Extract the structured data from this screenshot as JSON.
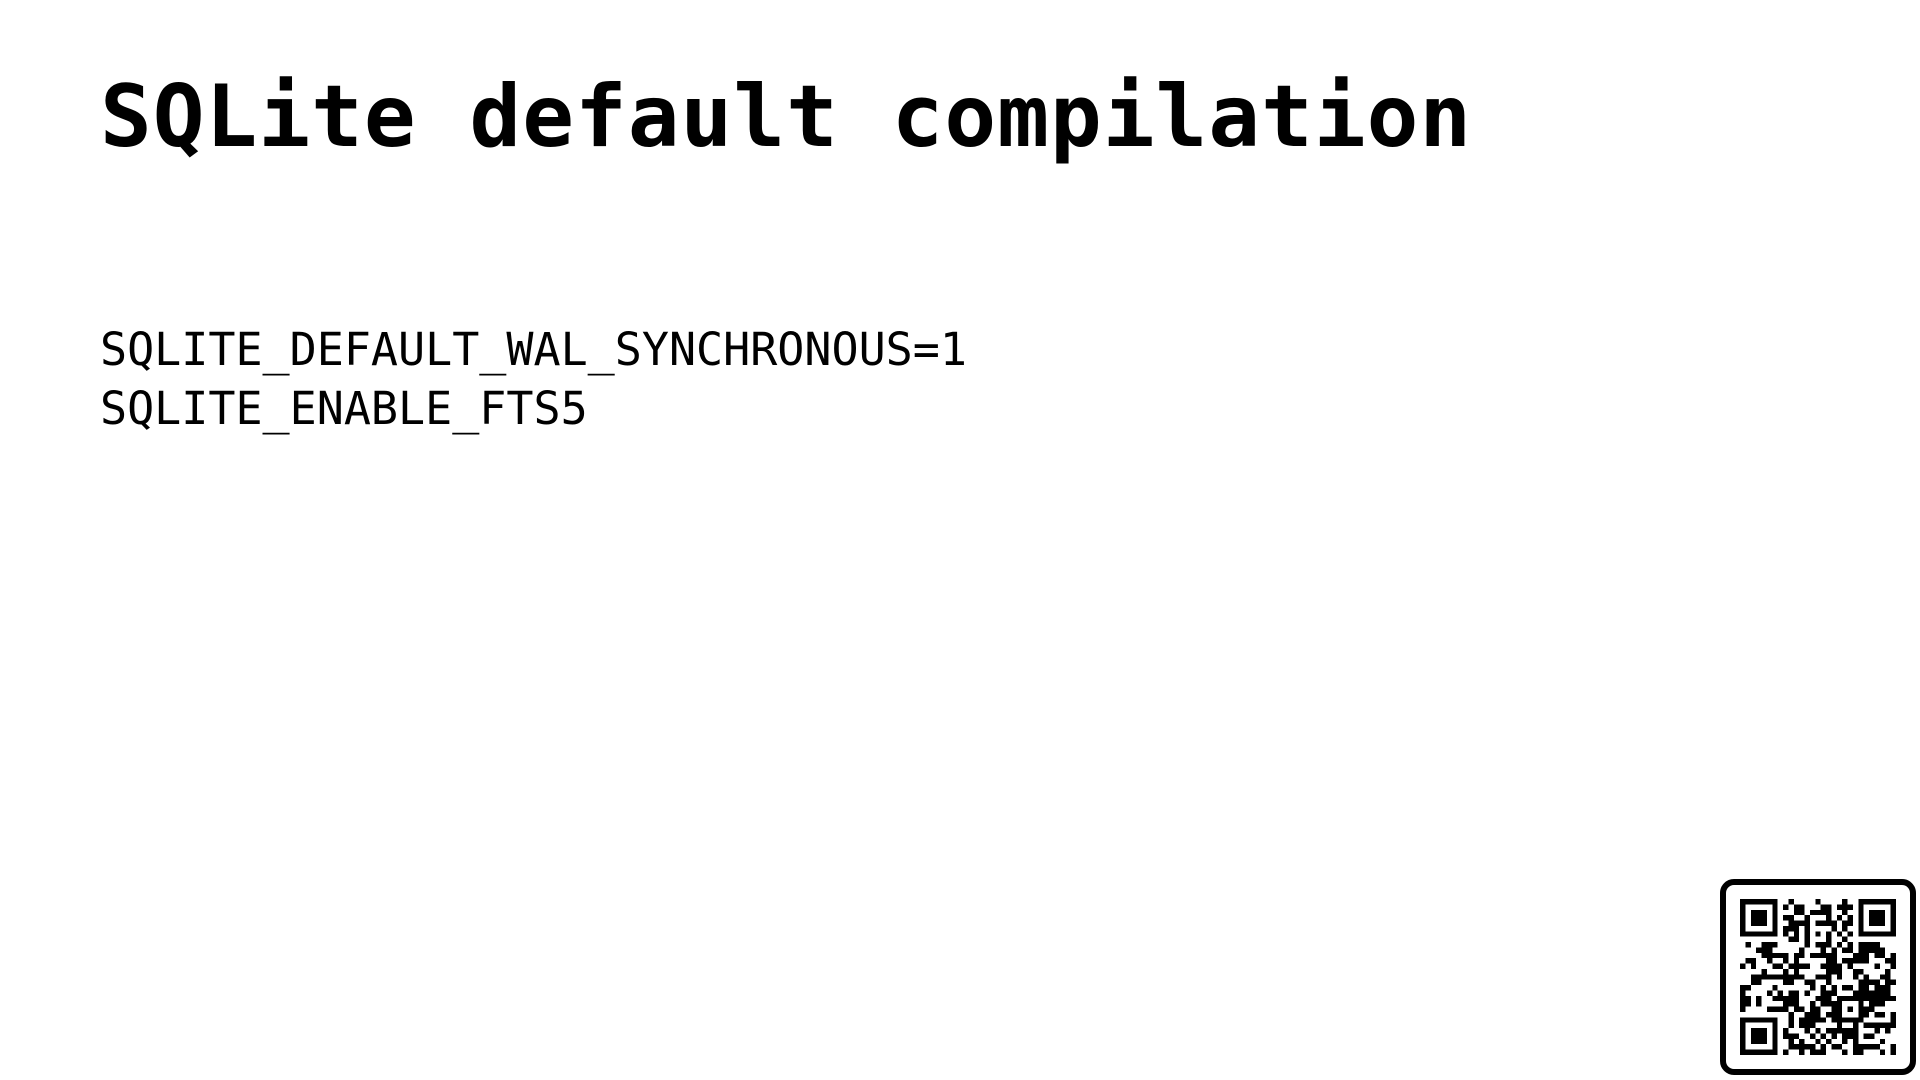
{
  "slide": {
    "title": "SQLite default compilation",
    "code_lines": [
      "SQLITE_DEFAULT_WAL_SYNCHRONOUS=1",
      "SQLITE_ENABLE_FTS5"
    ]
  },
  "qr": {
    "icon": "qr-code-icon",
    "color": "#000000",
    "background": "#ffffff"
  }
}
